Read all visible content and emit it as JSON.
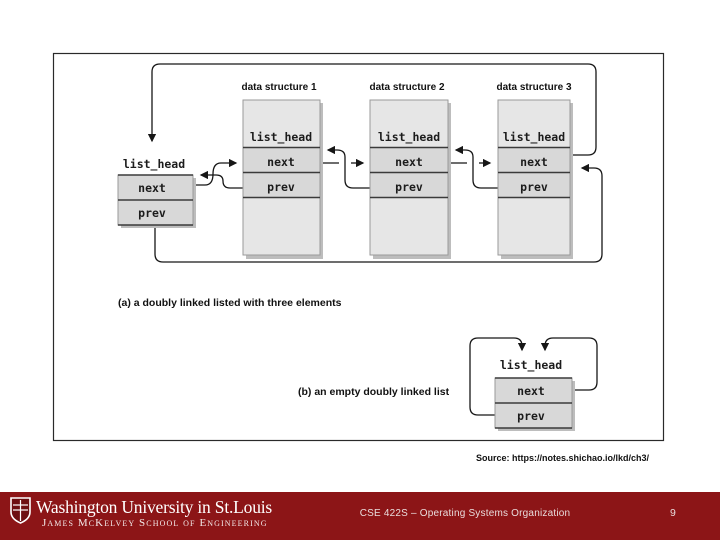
{
  "figure": {
    "labels": {
      "list_head": "list_head",
      "next": "next",
      "prev": "prev",
      "ds1": "data structure 1",
      "ds2": "data structure 2",
      "ds3": "data structure 3"
    },
    "caption_a": "(a)  a doubly linked listed with three elements",
    "caption_b": "(b)  an empty doubly linked list"
  },
  "source_line": "Source: https://notes.shichao.io/lkd/ch3/",
  "footer": {
    "university": "Washington University in St.Louis",
    "school": "James McKelvey School of Engineering",
    "course": "CSE 422S – Operating Systems Organization",
    "page": "9",
    "band_color": "#8c1517"
  }
}
